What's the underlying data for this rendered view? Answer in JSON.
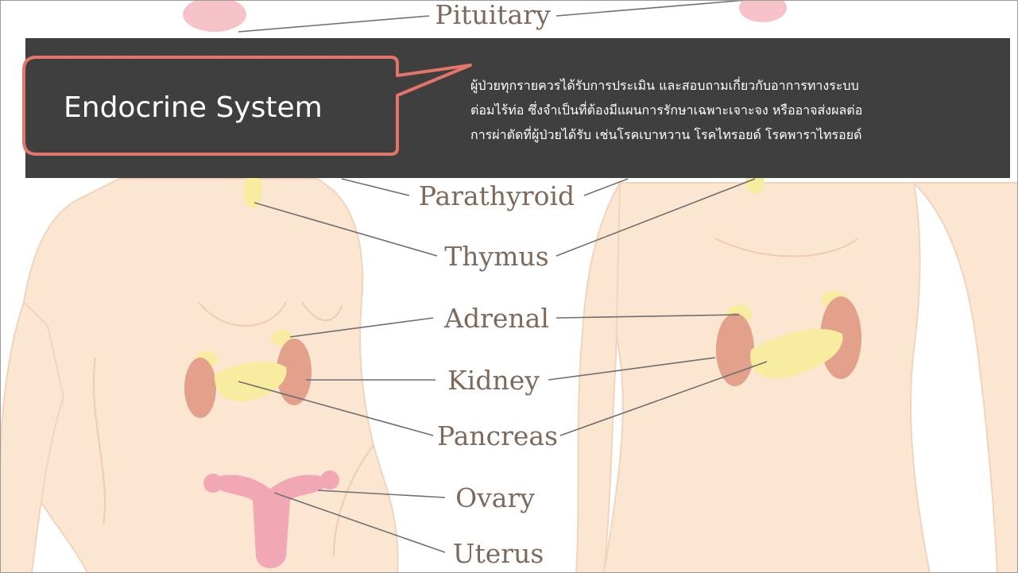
{
  "slide": {
    "title": "Endocrine System",
    "description_lines": [
      "ผู้ป่วยทุกรายควรได้รับการประเมิน และสอบถามเกี่ยวกับอาการทางระบบ",
      "ต่อมไร้ท่อ ซึ่งจำเป็นที่ต้องมีแผนการรักษาเฉพาะเจาะจง หรืออาจส่งผลต่อ",
      "การผ่าตัดที่ผู้ป่วยได้รับ เช่นโรคเบาหวาน โรคไทรอยด์ โรคพาราไทรอยด์"
    ],
    "colors": {
      "banner": "#3f3f3f",
      "callout_border": "#e5746a",
      "text": "#ffffff",
      "skin": "#fbe6d2",
      "kidney": "#e3a08a",
      "gland": "#f7eca0",
      "uterus": "#f2a8b4"
    }
  },
  "diagram": {
    "labels": {
      "pituitary": "Pituitary",
      "parathyroid": "Parathyroid",
      "thymus": "Thymus",
      "adrenal": "Adrenal",
      "kidney": "Kidney",
      "pancreas": "Pancreas",
      "ovary": "Ovary",
      "uterus": "Uterus"
    }
  }
}
